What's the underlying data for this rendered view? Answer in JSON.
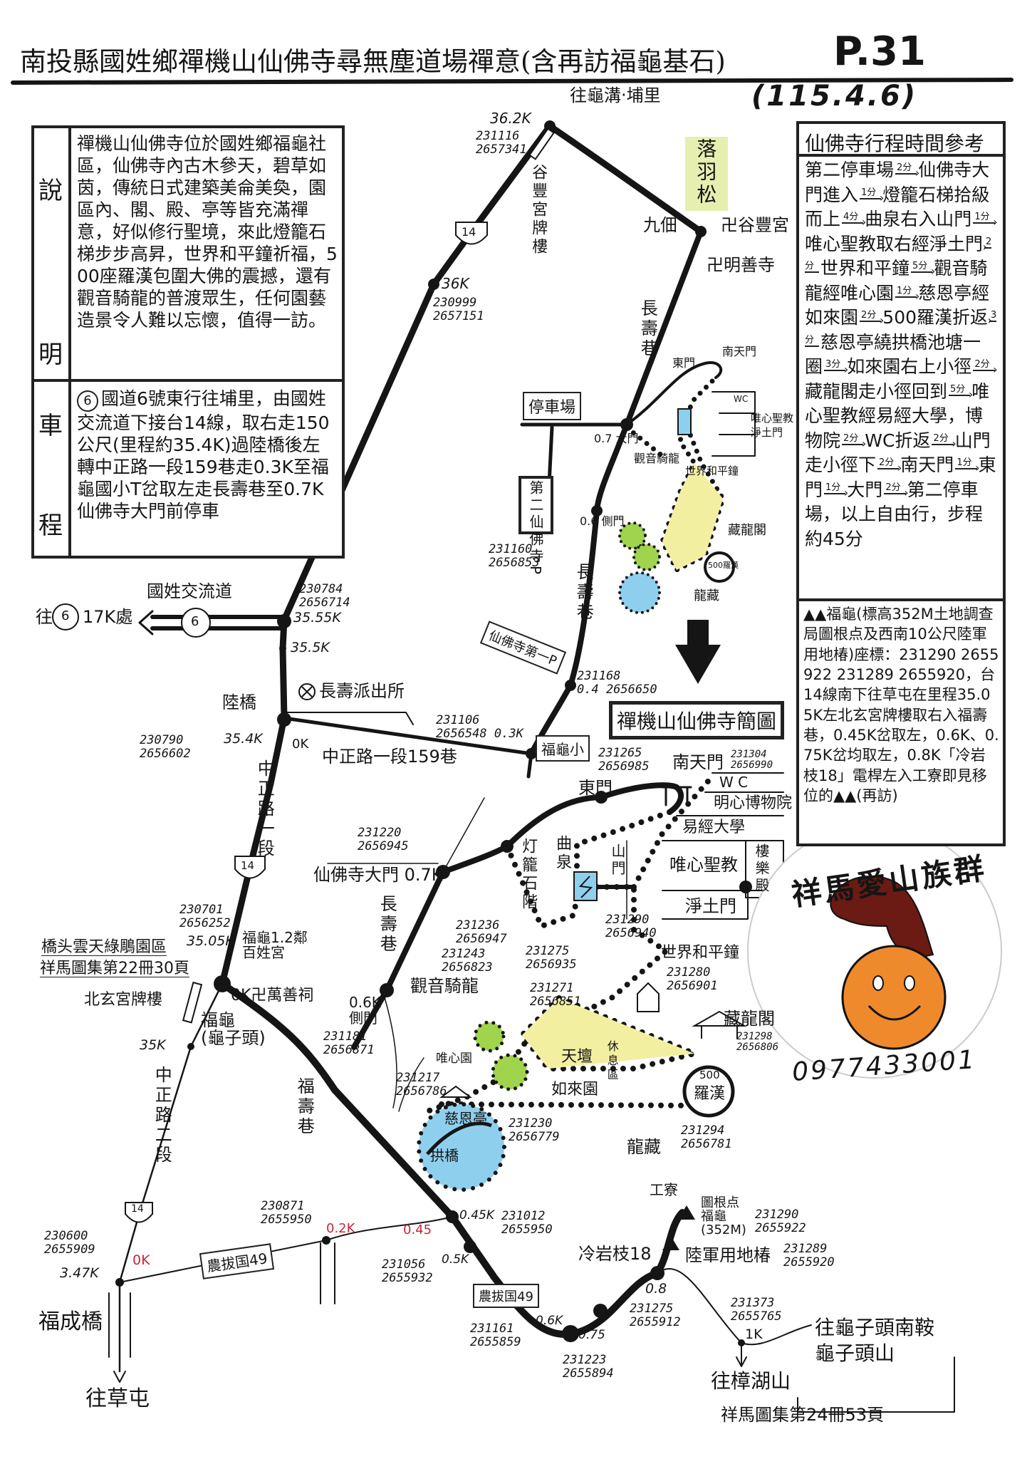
{
  "header": {
    "title": "南投縣國姓鄉禪機山仙佛寺尋無塵道場禪意(含再訪福龜基石)",
    "page": "P.31",
    "date": "(115.4.6)"
  },
  "description_panel": {
    "label_explain": [
      "說",
      "明"
    ],
    "explain_text": "禪機山仙佛寺位於國姓鄉福龜社區，仙佛寺內古木參天，碧草如茵，傳統日式建築美侖美奐，園區內、閣、殿、亭等皆充滿禪意，好似修行聖境，來此燈籠石梯步步高昇，世界和平鐘祈福，500座羅漢包圍大佛的震撼，還有觀音騎龍的普渡眾生，任何園藝造景令人難以忘懷，值得一訪。",
    "label_route": [
      "車",
      "程"
    ],
    "route_badge": "6",
    "route_text": "國道6號東行往埔里，由國姓交流道下接台14線，取右走150公尺(里程約35.4K)過陸橋後左轉中正路一段159巷走0.3K至福龜國小T岔取左走長壽巷至0.7K仙佛寺大門前停車"
  },
  "itinerary_panel": {
    "title": "仙佛寺行程時間參考",
    "steps": [
      {
        "place": "第二停車場",
        "time": "2分"
      },
      {
        "place": "仙佛寺大門進入",
        "time": "1分"
      },
      {
        "place": "燈籠石梯拾級而上",
        "time": "4分"
      },
      {
        "place": "曲泉右入山門",
        "time": "1分"
      },
      {
        "place": "唯心聖教取右經淨土門",
        "time": "2分"
      },
      {
        "place": "世界和平鐘",
        "time": "5分"
      },
      {
        "place": "觀音騎龍經唯心園",
        "time": "1分"
      },
      {
        "place": "慈恩亭經如來園",
        "time": "2分"
      },
      {
        "place": "500羅漢折返",
        "time": "3分"
      },
      {
        "place": "慈恩亭繞拱橋池塘一圈",
        "time": "3分"
      },
      {
        "place": "如來園右上小徑",
        "time": "2分"
      },
      {
        "place": "藏龍閣走小徑回到",
        "time": "5分"
      },
      {
        "place": "唯心聖教經易經大學，博物院",
        "time": "2分"
      },
      {
        "place": "WC折返",
        "time": "2分"
      },
      {
        "place": "山門走小徑下",
        "time": "2分"
      },
      {
        "place": "南天門",
        "time": "1分"
      },
      {
        "place": "東門",
        "time": "1分"
      },
      {
        "place": "大門",
        "time": "2分"
      },
      {
        "place": "第二停車場，以上自由行，步程約45分",
        "time": ""
      }
    ],
    "fugui_note": "▲▲福龜(標高352M土地調查局圖根点及西南10公尺陸軍用地椿)座標：231290 2655922 231289 2655920，台14線南下往草屯在里程35.05K左北玄宮牌樓取右入福壽巷，0.45K岔取左，0.6K、0.75K岔均取左，0.8K「冷岩枝18」電桿左入工寮即見移位的▲▲(再訪)"
  },
  "logo": {
    "text": "祥馬愛山族群",
    "phone": "0977433001",
    "horse_color": "#6b1a14",
    "face_color": "#ee8a2c"
  },
  "colors": {
    "ink": "#151515",
    "red_km": "#c3283c",
    "pond": "#8fcfee",
    "lawn": "#f3efa0",
    "tree": "#9fd44c",
    "pine": "#e6efb0"
  },
  "map": {
    "to_north": "往龜溝‧埔里",
    "k362": "36.2K",
    "c362": "231116\n2657341",
    "gufeng_gate": "谷豐宮牌樓",
    "luoyu": "落羽松",
    "jiutian": "九佃",
    "gufeng": "卍谷豐宮",
    "mingshan": "卍明善寺",
    "k36": "36K",
    "c36": "230999\n2657151",
    "hw14": "14",
    "changshou_lane": "長壽巷",
    "parking": "停車場",
    "parking2": "第二仙佛寺P",
    "c_p2": "231160\n2656853",
    "s_east_gate": "東門",
    "s_south_gate": "南天門",
    "s_wc": "WC",
    "s_weixin": "唯心聖教",
    "s_jingtu": "淨土門",
    "s_main_gate": "0.7 大門",
    "s_guanyin": "觀音騎龍",
    "s_bell": "世界和平鐘",
    "s_side_gate": "0.6 側門",
    "s_canglong": "藏龍閣",
    "s_500": "500羅漢",
    "s_longzang": "龍藏",
    "parking1": "仙佛寺第一P",
    "c04": "231168\n0.4 2656650",
    "sketch_title": "禪機山仙佛寺簡圖",
    "c03": "231106\n2656548 0.3K",
    "fugui_school": "福龜小",
    "lane159": "中正路一段159巷",
    "c3555": "230784\n2656714",
    "k3555": "35.55K",
    "k355": "35.5K",
    "interchange": "國姓交流道",
    "to_hw6": "往",
    "hw6": "6",
    "to_hw6_dist": "17K處",
    "police": "長壽派出所",
    "overpass": "陸橋",
    "c354": "230790\n2656602",
    "k354": "35.4K",
    "k0": "0K",
    "zhongzheng1": "中正路一段",
    "c_gate": "231220\n2656945",
    "temple_gate": "仙佛寺大門 0.7K",
    "lantern_steps": "灯籠石階",
    "c_lantern": "231236\n2656947",
    "spring": "曲泉",
    "mountain_gate": "山門",
    "c_spring": "231290\n2656940",
    "c_c275": "231275\n2656935",
    "east_gate": "東門",
    "south_gate": "南天門",
    "c_south": "231304\n2656990",
    "c_east": "231265\n2656985",
    "wc": "W C",
    "museum": "明心博物院",
    "yijing": "易經大學",
    "weixin": "唯心聖教",
    "lele": "樓樂殿",
    "jingtu": "淨土門",
    "c_guanyin": "231243\n2656823",
    "guanyin": "觀音騎龍",
    "c_271": "231271\n2656851",
    "bell": "世界和平鐘",
    "c_bell": "231280\n2656901",
    "canglong": "藏龍閣",
    "c_canglong": "231298\n2656806",
    "tiantan": "天壇",
    "rest": "休息區",
    "weixin_garden": "唯心園",
    "rulai": "如來園",
    "c_217": "231217\n2656786",
    "side_gate": "0.6K\n側門",
    "c_side": "231181\n2656871",
    "cien": "慈恩亭",
    "arch_bridge": "拱橋",
    "c_cien": "231230\n2656779",
    "arhat_500": "500",
    "arhat_label": "羅漢",
    "c_arhat": "231294\n2656781",
    "longzang": "龍藏",
    "qiaotou": "橋头雲天綠鵰園區",
    "ref22": "祥馬圖集第22冊30頁",
    "c3505": "230701\n2656252",
    "k3505": "35.05K",
    "baixing": "福龜1.2鄰\n百姓宮",
    "wanshan": "0K卍萬善祠",
    "beixuan": "北玄宮牌樓",
    "k35": "35K",
    "fugui_area": "福龜\n(龜子頭)",
    "fushou_lane": "福壽巷",
    "zhongzheng2": "中正路二段",
    "c347": "230600\n2655909",
    "k347": "3.47K",
    "nb0": "0K",
    "nongba": "農拔国49",
    "c02": "230871\n2655950",
    "k02": "0.2K",
    "k045r": "0.45",
    "k045": "0.45K",
    "c045": "231012\n2655950",
    "c05": "231056\n2655932",
    "k05": "0.5K",
    "fucheng": "福成橋",
    "to_caotun": "往草屯",
    "c06": "231161\n2655859",
    "k06": "0.6K",
    "k075": "0.75",
    "c075": "231223\n2655894",
    "k08": "0.8",
    "c08": "231275\n2655912",
    "shed": "工寮",
    "benchmark": "圖根点\n福龜\n(352M)",
    "c_bm": "231290\n2655922",
    "pole": "冷岩枝18",
    "army_post": "陸軍用地椿",
    "c_army": "231289\n2655920",
    "c1k": "231373\n2655765",
    "k1": "1K",
    "to_saddle": "往龜子頭南鞍\n龜子頭山",
    "to_zhanghu": "往樟湖山",
    "ref24": "祥馬圖集第24冊53頁"
  }
}
